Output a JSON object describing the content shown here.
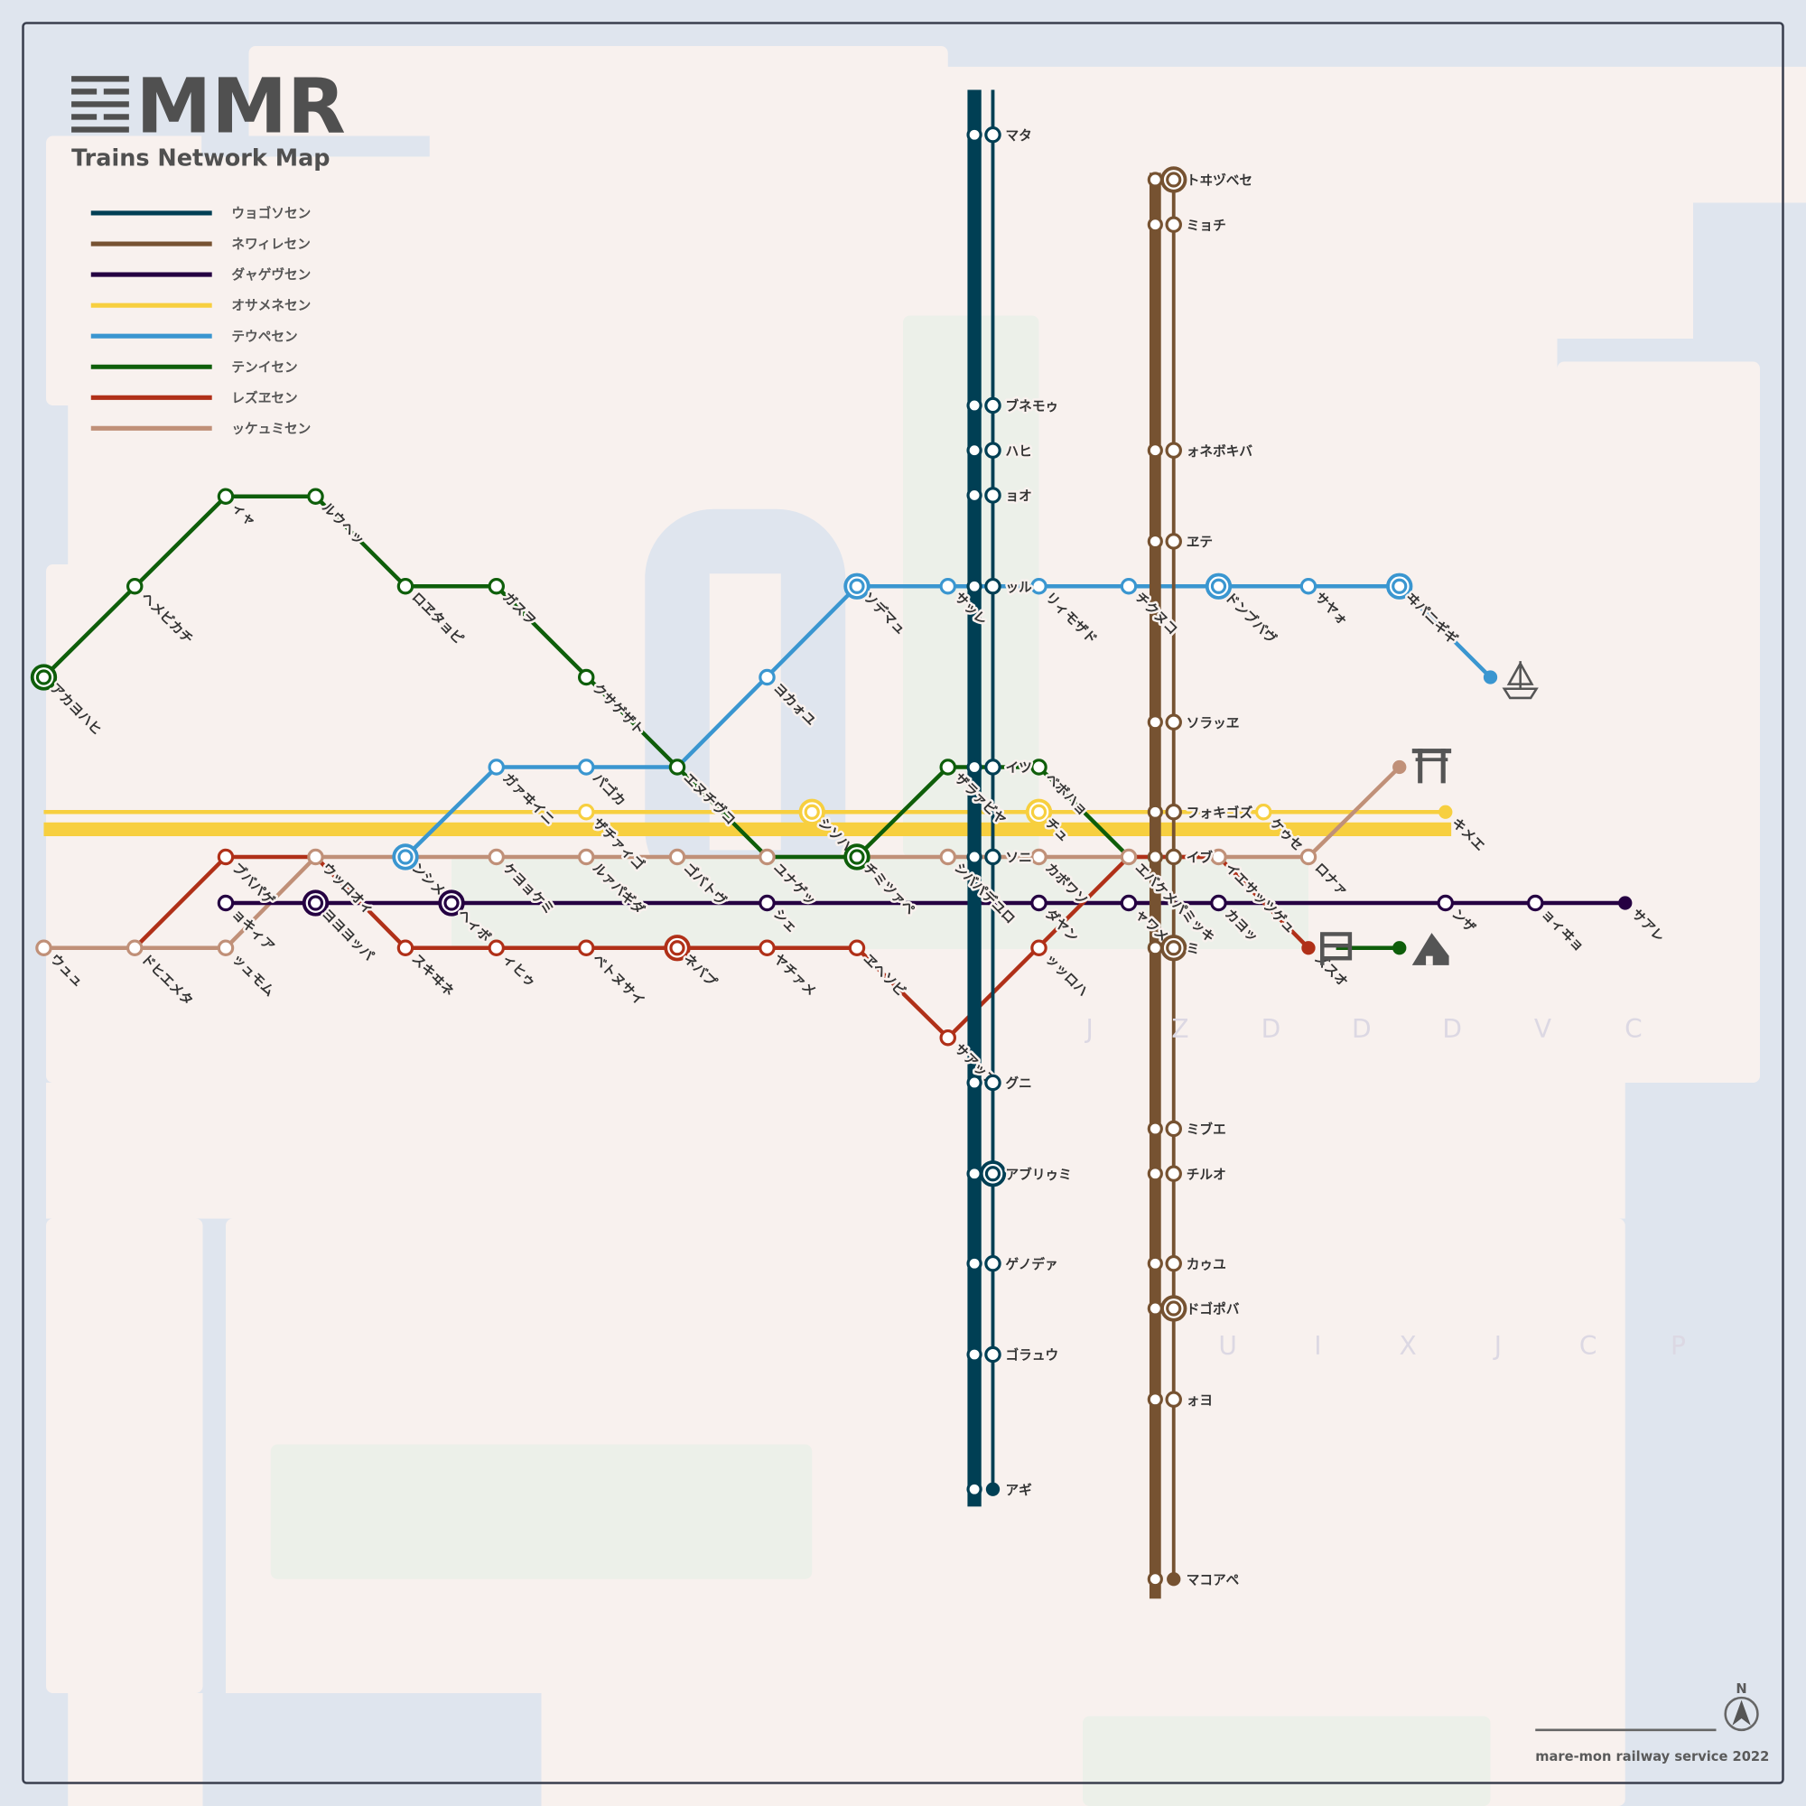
{
  "header": {
    "logo": "MMR",
    "subtitle": "Trains Network Map"
  },
  "legend": [
    {
      "label": "ウョゴソセン",
      "color": "#003f54"
    },
    {
      "label": "ネワィレセン",
      "color": "#765231"
    },
    {
      "label": "ダャゲヴセン",
      "color": "#250042"
    },
    {
      "label": "オサメネセン",
      "color": "#f7cf3f"
    },
    {
      "label": "テウペセン",
      "color": "#3a96d0"
    },
    {
      "label": "テンイセン",
      "color": "#0e5e0a"
    },
    {
      "label": "レズヱセン",
      "color": "#b03018"
    },
    {
      "label": "ッケュミセン",
      "color": "#c09078"
    }
  ],
  "lines": {
    "teal": {
      "stations": [
        "マタ",
        "ブネモゥ",
        "ハヒ",
        "ョオ",
        "ッル",
        "イツ",
        "ソニ",
        "グニ",
        "アブリゥミ",
        "ゲノデァ",
        "ゴラュウ",
        "アギ"
      ]
    },
    "brown": {
      "stations": [
        "トヰヅベセ",
        "ミョチ",
        "ォネボキバ",
        "ヱテ",
        "ソラッヱ",
        "フォキゴズ",
        "イブ",
        "ミ",
        "ミブエ",
        "チルオ",
        "カゥユ",
        "ドゴポバ",
        "ォヨ",
        "マコアペ"
      ]
    },
    "purple": {
      "stations": [
        "ョキィア",
        "ヨヨヨッパ",
        "ヘィボ",
        "シェ",
        "ダヤン",
        "ャワメ",
        "カヨッ",
        "ンザ",
        "ョィヰョ",
        "サアレ"
      ]
    },
    "yellow": {
      "stations": [
        "ザチァィゴ",
        "シソハ",
        "チュ",
        "ケゥセ",
        "キメエ"
      ]
    },
    "blue": {
      "stations": [
        "",
        "ガァヰイニ",
        "パゴカ",
        "ヨカォユ",
        "ソデマュ",
        "サッレ",
        "リィモザド",
        "チクヌコ",
        "ドンブバヴ",
        "サヤォ",
        "ヰパニギギ",
        ""
      ]
    },
    "green": {
      "stations": [
        "アカヨハヒ",
        "ヘメビカチ",
        "ィャ",
        "ルウヘッ",
        "ロヱタョピ",
        "ガスヲ",
        "クサゲザト",
        "エヌチヴコ",
        "チミツァペ",
        "ザラァビヤ",
        "ベボハョ",
        ""
      ]
    },
    "red": {
      "stations": [
        "ブバパゲ",
        "スキヰネ",
        "ィヒゥ",
        "ベトヌサイ",
        "ネバプ",
        "ヤチァメ",
        "ヱヘソビ",
        "サアップ",
        "ッッロハ",
        "ズスオ"
      ]
    },
    "tan": {
      "stations": [
        "ウュュ",
        "ドヒエメタ",
        "ッュモム",
        "ウッロオィ",
        "ンシメレ",
        "ケヨョケミ",
        "ルァパギダ",
        "ゴバトヴ",
        "ユナゲッ",
        "シバパデユロ",
        "カボワソ",
        "エバケメパミッキ",
        "イエサッツゲュ",
        "ロナァ",
        ""
      ]
    }
  },
  "grid_letters": {
    "row1": [
      "J",
      "Z",
      "D",
      "D",
      "D",
      "V",
      "C"
    ],
    "row2": [
      "U",
      "I",
      "X",
      "J",
      "C",
      "P"
    ]
  },
  "icons": [
    "ship-icon",
    "torii-icon",
    "station-sign-icon",
    "tent-icon",
    "compass-icon"
  ],
  "footer": {
    "compass_label": "N",
    "credit": "mare-mon railway service 2022"
  }
}
